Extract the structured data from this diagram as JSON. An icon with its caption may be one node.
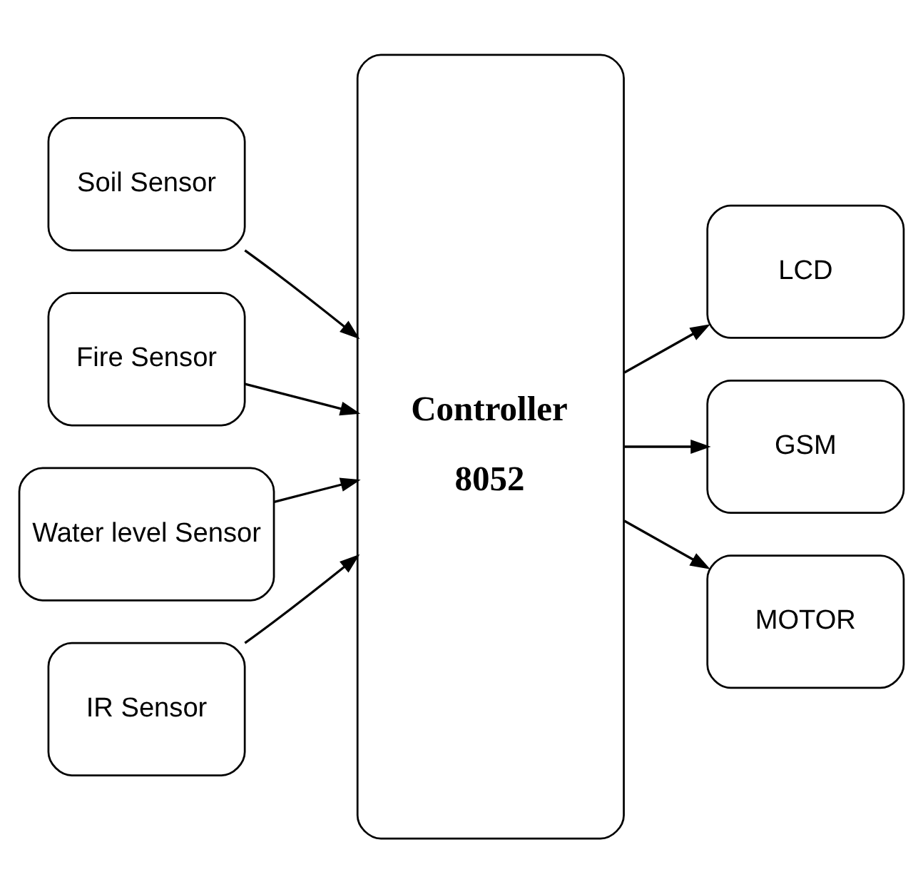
{
  "diagram": {
    "nodes": [
      {
        "text": [
          "Soil Sensor"
        ]
      },
      {
        "text": [
          "Fire Sensor"
        ]
      },
      {
        "text": [
          "Water level Sensor"
        ]
      },
      {
        "text": [
          "IR Sensor"
        ]
      },
      {
        "text": [
          "Controller 8052"
        ]
      },
      {
        "text": [
          "LCD"
        ]
      },
      {
        "text": [
          "GSM"
        ]
      },
      {
        "text": [
          "MOTOR"
        ]
      }
    ],
    "edges": [
      {
        "from": 0,
        "to": 4,
        "arrow": "to"
      },
      {
        "from": 1,
        "to": 4,
        "arrow": "to"
      },
      {
        "from": 2,
        "to": 4,
        "arrow": "to"
      },
      {
        "from": 3,
        "to": 4,
        "arrow": "to"
      },
      {
        "from": 4,
        "to": 5,
        "arrow": "to"
      },
      {
        "from": 4,
        "to": 6,
        "arrow": "to"
      },
      {
        "from": 4,
        "to": 7,
        "arrow": "to"
      }
    ]
  }
}
